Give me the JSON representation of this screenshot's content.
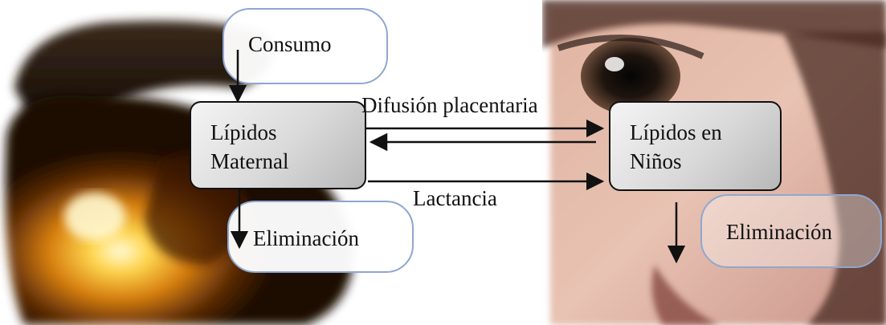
{
  "nodes": {
    "maternal": {
      "line1": "Lípidos",
      "line2": "Maternal"
    },
    "ninos": {
      "line1": "Lípidos en",
      "line2": "Niños"
    }
  },
  "pills": {
    "consumo": "Consumo",
    "eliminacion_left": "Eliminación",
    "eliminacion_right": "Eliminación"
  },
  "edges": {
    "difusion": "Difusión placentaria",
    "lactancia": "Lactancia"
  },
  "colors": {
    "box_border": "#111111",
    "pill_border": "#8fa7cf",
    "arrow": "#111111"
  }
}
